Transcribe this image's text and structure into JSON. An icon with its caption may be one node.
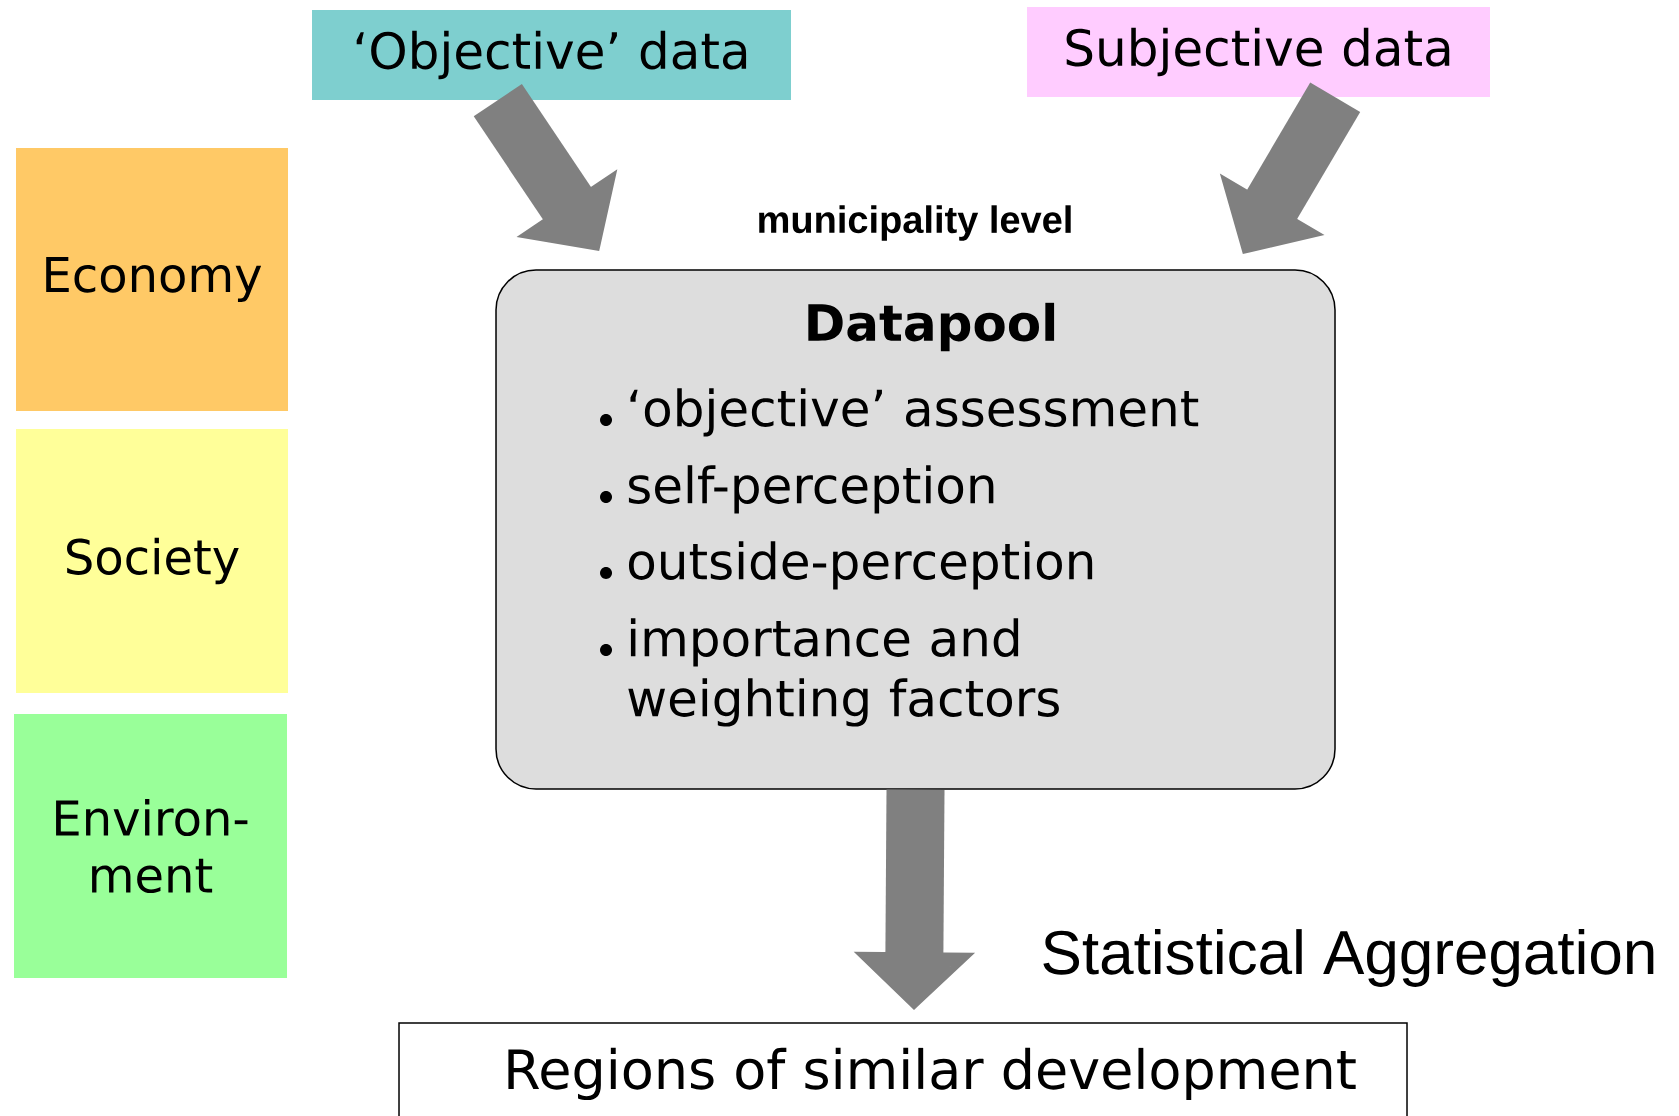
{
  "diagram": {
    "nodes": [
      {
        "text": [
          "‘Objective’ data"
        ]
      },
      {
        "text": [
          "Subjective data"
        ]
      },
      {
        "text": [
          "Economy"
        ]
      },
      {
        "text": [
          "Society"
        ]
      },
      {
        "text": [
          "Environ- ment"
        ]
      },
      {
        "text": [
          "Datapool",
          "‘objective’ assessment",
          "self-perception",
          "outside-perception",
          "importance and weighting factors"
        ]
      },
      {
        "text": [
          "Regions of similar development"
        ]
      }
    ],
    "edges": [
      {
        "from": 0,
        "to": 5,
        "arrow": "to"
      },
      {
        "from": 1,
        "to": 5,
        "arrow": "to"
      },
      {
        "from": 5,
        "to": 6,
        "arrow": "to",
        "label": "Statistical Aggregation"
      }
    ],
    "labels": [
      "municipality level"
    ]
  }
}
